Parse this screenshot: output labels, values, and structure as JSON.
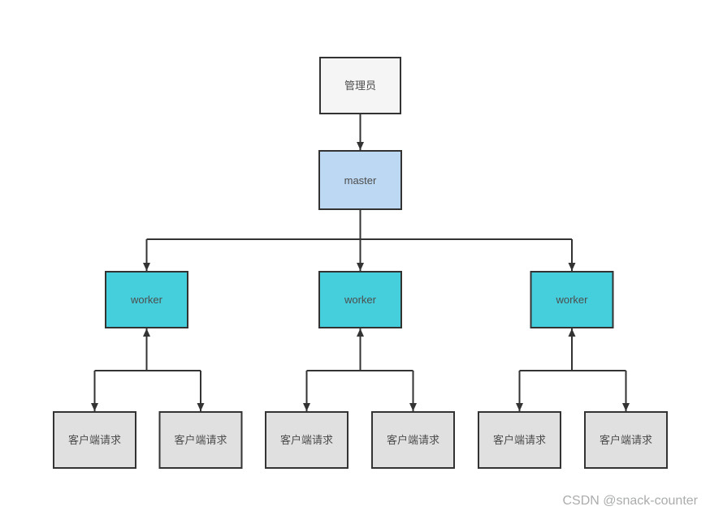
{
  "nodes": {
    "admin": {
      "label": "管理员"
    },
    "master": {
      "label": "master"
    },
    "workers": [
      {
        "label": "worker"
      },
      {
        "label": "worker"
      },
      {
        "label": "worker"
      }
    ],
    "clients": [
      {
        "label": "客户端请求"
      },
      {
        "label": "客户端请求"
      },
      {
        "label": "客户端请求"
      },
      {
        "label": "客户端请求"
      },
      {
        "label": "客户端请求"
      },
      {
        "label": "客户端请求"
      }
    ]
  },
  "colors": {
    "admin_fill": "#F5F5F5",
    "master_fill": "#BDD8F2",
    "worker_fill": "#45CEDC",
    "client_fill": "#E0E0E0",
    "node_border": "#333333",
    "connector": "#333333",
    "label_text": "#4D4D4D",
    "watermark_text": "#AAACAD"
  },
  "watermark": {
    "text": "CSDN @snack-counter"
  }
}
